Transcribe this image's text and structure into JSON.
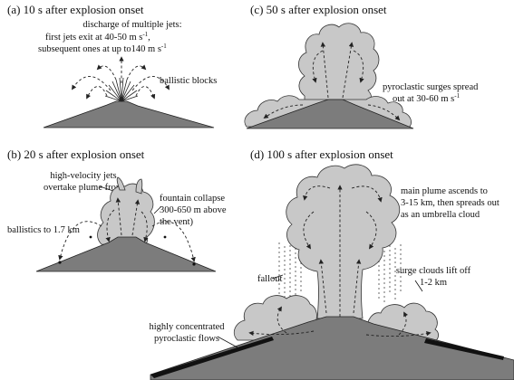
{
  "panels": {
    "a": {
      "title": "(a) 10 s after explosion onset",
      "jets_lines": [
        "discharge of multiple jets:",
        "first jets exit at 40-50 m s",
        "subsequent ones at up to140 m s"
      ],
      "jets_sup": "-1",
      "jets_sup_end": "-1",
      "jets_comma": ",",
      "ballistic": "ballistic blocks"
    },
    "b": {
      "title": "(b) 20 s after explosion onset",
      "jets_lines": [
        "high-velocity jets",
        "overtake plume front"
      ],
      "fountain_lines": [
        "fountain collapse",
        "300-650 m above",
        "the vent)"
      ],
      "ballistics": "ballistics to 1.7 km"
    },
    "c": {
      "title": "(c) 50 s after explosion onset",
      "surges_lines": [
        "pyroclastic surges spread",
        "out at 30-60 m s"
      ],
      "surges_sup": "-1"
    },
    "d": {
      "title": "(d) 100 s after explosion onset",
      "plume_lines": [
        "main plume ascends to",
        "3-15 km, then spreads out",
        "as an umbrella cloud"
      ],
      "fallout": "fallout",
      "surge_lines": [
        "surge clouds lift off",
        "1-2 km"
      ],
      "flows_lines": [
        "highly concentrated",
        "pyroclastic flows"
      ]
    }
  },
  "colors": {
    "cloud": "#c8c8c8",
    "ground": "#7c7c7c",
    "flow": "#111111"
  }
}
